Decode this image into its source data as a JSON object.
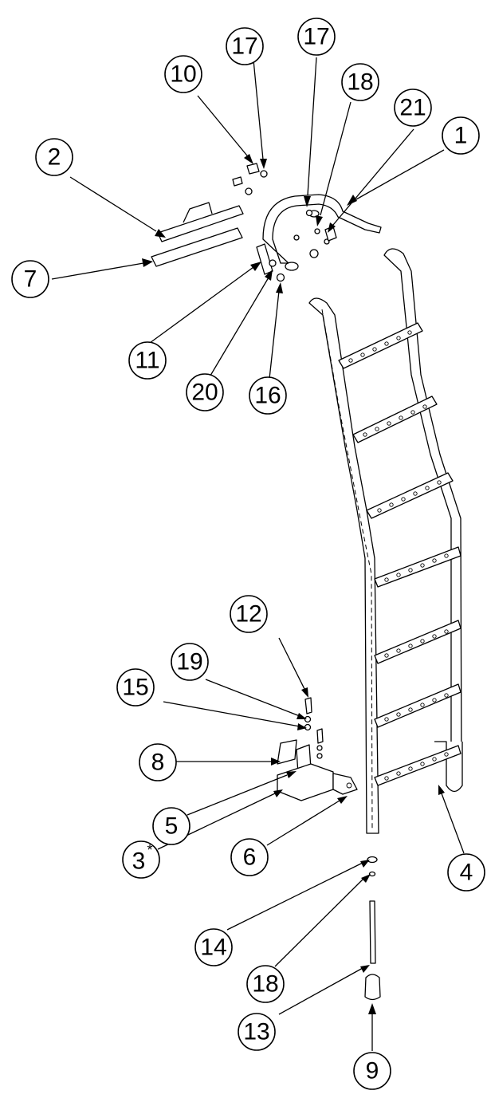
{
  "colors": {
    "line": "#000000",
    "background": "#ffffff"
  },
  "callouts": [
    {
      "id": "c-17a",
      "label": "17"
    },
    {
      "id": "c-17b",
      "label": "17"
    },
    {
      "id": "c-10",
      "label": "10"
    },
    {
      "id": "c-18a",
      "label": "18"
    },
    {
      "id": "c-21",
      "label": "21"
    },
    {
      "id": "c-1",
      "label": "1"
    },
    {
      "id": "c-2",
      "label": "2"
    },
    {
      "id": "c-7",
      "label": "7"
    },
    {
      "id": "c-11",
      "label": "11"
    },
    {
      "id": "c-20",
      "label": "20"
    },
    {
      "id": "c-16",
      "label": "16"
    },
    {
      "id": "c-12",
      "label": "12"
    },
    {
      "id": "c-19",
      "label": "19"
    },
    {
      "id": "c-15",
      "label": "15"
    },
    {
      "id": "c-8",
      "label": "8"
    },
    {
      "id": "c-5",
      "label": "5"
    },
    {
      "id": "c-3",
      "label": "3",
      "sup": "*"
    },
    {
      "id": "c-6",
      "label": "6"
    },
    {
      "id": "c-4",
      "label": "4"
    },
    {
      "id": "c-14",
      "label": "14"
    },
    {
      "id": "c-18b",
      "label": "18"
    },
    {
      "id": "c-13",
      "label": "13"
    },
    {
      "id": "c-9",
      "label": "9"
    }
  ]
}
